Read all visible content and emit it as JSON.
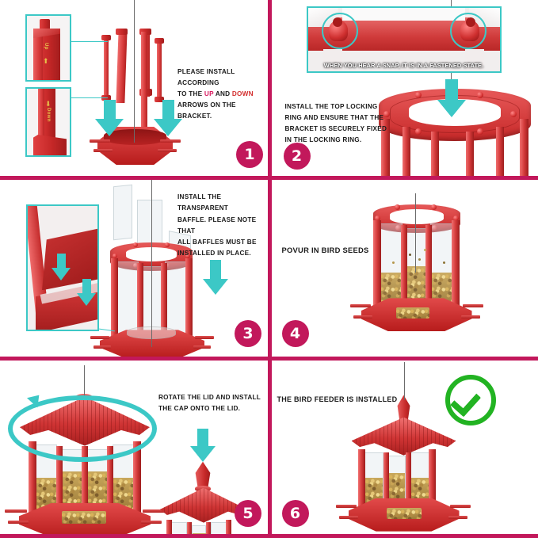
{
  "document": {
    "title": "Bird Feeder Assembly Instructions",
    "accent_color": "#c2185b",
    "arrow_color": "#3cc8c6",
    "success_color": "#22b322",
    "product_color": "#c62828"
  },
  "steps": [
    {
      "number": "1",
      "instruction_parts": [
        {
          "text": "PLEASE INSTALL ACCORDING",
          "style": "plain"
        },
        {
          "text": "TO THE ",
          "style": "plain"
        },
        {
          "text": "UP",
          "style": "up"
        },
        {
          "text": " AND ",
          "style": "plain"
        },
        {
          "text": "DOWN",
          "style": "down"
        },
        {
          "text": "ARROWS ON THE BRACKET.",
          "style": "plain"
        }
      ],
      "instruction_line1": "PLEASE INSTALL ACCORDING",
      "instruction_line3": "ARROWS ON THE BRACKET.",
      "line2_a": "TO THE ",
      "line2_up": "UP",
      "line2_mid": " AND ",
      "line2_down": "DOWN",
      "inset_up_label": "Up",
      "inset_down_label": "Down"
    },
    {
      "number": "2",
      "inset_caption": "WHEN YOU HEAR A SNAP, IT IS IN A FASTENED STATE.",
      "instruction_line1": "INSTALL THE TOP LOCKING",
      "instruction_line2": "RING AND ENSURE THAT THE",
      "instruction_line3": "BRACKET IS SECURELY FIXED",
      "instruction_line4": "IN THE LOCKING RING."
    },
    {
      "number": "3",
      "instruction_line1": "INSTALL THE TRANSPARENT",
      "instruction_line2": "BAFFLE. PLEASE NOTE THAT",
      "instruction_line3": "ALL BAFFLES MUST BE",
      "instruction_line4": "INSTALLED IN PLACE."
    },
    {
      "number": "4",
      "instruction_line1": "POVUR IN BIRD SEEDS"
    },
    {
      "number": "5",
      "instruction_line1": "ROTATE THE LID AND INSTALL",
      "instruction_line2": "THE CAP ONTO THE LID."
    },
    {
      "number": "6",
      "instruction_line1": "THE BIRD FEEDER IS INSTALLED",
      "status_icon": "green-check-icon"
    }
  ]
}
